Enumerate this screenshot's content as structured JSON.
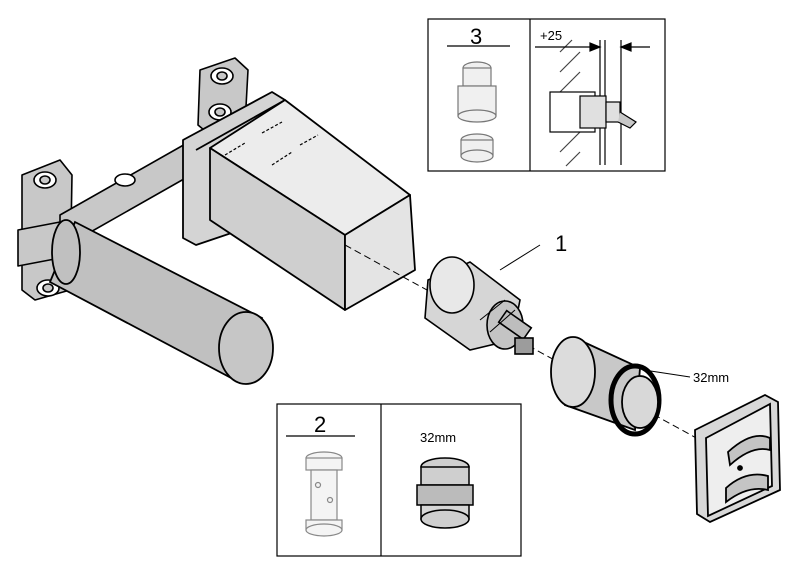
{
  "diagram": {
    "callouts": {
      "part1": "1",
      "part2": "2",
      "part3": "3"
    },
    "dimensions": {
      "offset": "+25",
      "nut_size_main": "32mm",
      "nut_size_inset": "32mm"
    },
    "icons": [
      "wall-mounting-bracket",
      "spout-cylinder",
      "valve-cartridge",
      "threaded-sleeve",
      "cover-plate",
      "extension-sleeve",
      "cartridge-stem",
      "dimension-arrows"
    ]
  }
}
